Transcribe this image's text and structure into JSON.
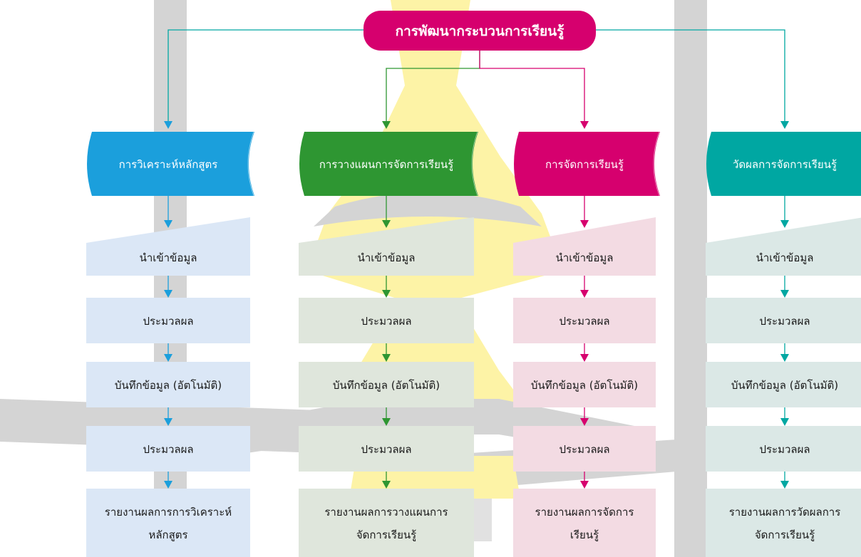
{
  "root": {
    "label": "การพัฒนากระบวนการเรียนรู้",
    "color": "#d6006e"
  },
  "columns": [
    {
      "id": "curriculum",
      "title": "การวิเคราะห์หลักสูตร",
      "color": "#1b9fdc",
      "light": "#dbe7f6",
      "steps": [
        "นำเข้าข้อมูล",
        "ประมวลผล",
        "บันทึกข้อมูล (อัตโนมัติ)",
        "ประมวลผล"
      ],
      "report": [
        "รายงานผลการการวิเคราะห์",
        "หลักสูตร"
      ]
    },
    {
      "id": "planning",
      "title": "การวางแผนการจัดการเรียนรู้",
      "color": "#2e9632",
      "light": "#dfe6dc",
      "steps": [
        "นำเข้าข้อมูล",
        "ประมวลผล",
        "บันทึกข้อมูล (อัตโนมัติ)",
        "ประมวลผล"
      ],
      "report": [
        "รายงานผลการวางแผนการ",
        "จัดการเรียนรู้"
      ]
    },
    {
      "id": "teaching",
      "title": "การจัดการเรียนรู้",
      "color": "#d6006e",
      "light": "#f3dbe3",
      "steps": [
        "นำเข้าข้อมูล",
        "ประมวลผล",
        "บันทึกข้อมูล (อัตโนมัติ)",
        "ประมวลผล"
      ],
      "report": [
        "รายงานผลการจัดการ",
        "เรียนรู้"
      ]
    },
    {
      "id": "evaluation",
      "title": "วัดผลการจัดการเรียนรู้",
      "color": "#00a7a2",
      "light": "#dbe8e6",
      "steps": [
        "นำเข้าข้อมูล",
        "ประมวลผล",
        "บันทึกข้อมูล (อัตโนมัติ)",
        "ประมวลผล"
      ],
      "report": [
        "รายงานผลการวัดผลการ",
        "จัดการเรียนรู้"
      ]
    }
  ]
}
